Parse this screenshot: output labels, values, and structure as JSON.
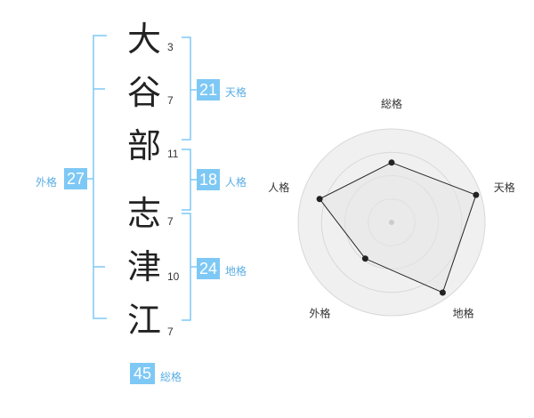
{
  "name": {
    "characters": [
      {
        "char": "大",
        "strokes": "3"
      },
      {
        "char": "谷",
        "strokes": "7"
      },
      {
        "char": "部",
        "strokes": "11"
      },
      {
        "char": "志",
        "strokes": "7"
      },
      {
        "char": "津",
        "strokes": "10"
      },
      {
        "char": "江",
        "strokes": "7"
      }
    ]
  },
  "grades": {
    "tenkaku": {
      "value": "21",
      "label": "天格"
    },
    "jinkaku": {
      "value": "18",
      "label": "人格"
    },
    "chikaku": {
      "value": "24",
      "label": "地格"
    },
    "gaikaku": {
      "value": "27",
      "label": "外格"
    },
    "soukaku": {
      "value": "45",
      "label": "総格"
    }
  },
  "chart_data": {
    "type": "radar",
    "axes": [
      "総格",
      "天格",
      "地格",
      "外格",
      "人格"
    ],
    "values": [
      0.64,
      0.95,
      0.93,
      0.48,
      0.81
    ],
    "rings": 4,
    "colors": {
      "fill": "#f0f0f0",
      "ring": "#d8d8d8",
      "line": "#222222",
      "accent": "#7ec8f5"
    }
  }
}
